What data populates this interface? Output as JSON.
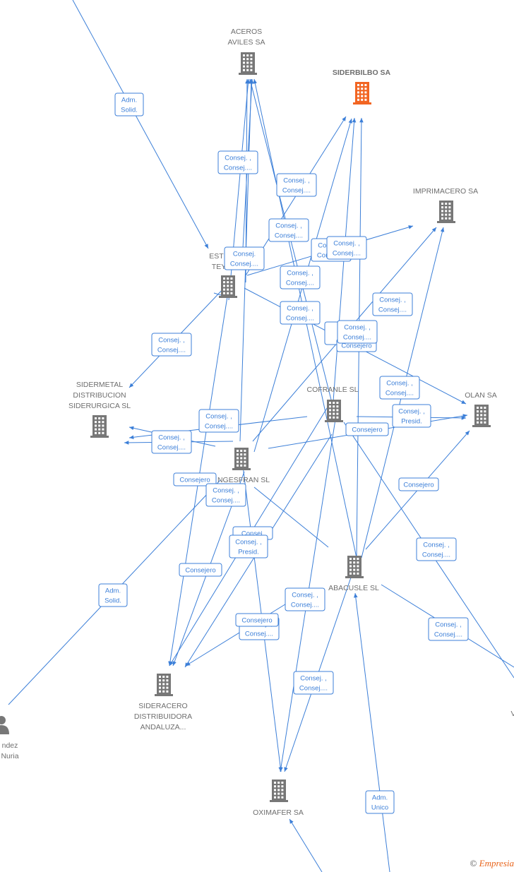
{
  "colors": {
    "edge": "#3c7fd8",
    "company": "#777777",
    "main_company": "#f26522",
    "text": "#6e6e6e"
  },
  "nodes": [
    {
      "id": "aceros",
      "label": [
        "ACEROS",
        "AVILES SA"
      ],
      "icon": "building-icon",
      "main": false
    },
    {
      "id": "siderbilbo",
      "label": [
        "SIDERBILBO SA"
      ],
      "icon": "building-icon",
      "main": true
    },
    {
      "id": "imprimacero",
      "label": [
        "IMPRIMACERO SA"
      ],
      "icon": "building-icon",
      "main": false
    },
    {
      "id": "este",
      "label": [
        "ESTE",
        "TEY"
      ],
      "icon": "building-icon",
      "main": false
    },
    {
      "id": "sidermetal",
      "label": [
        "SIDERMETAL",
        "DISTRIBUCION",
        "SIDERURGICA SL"
      ],
      "icon": "building-icon",
      "main": false
    },
    {
      "id": "cofranle",
      "label": [
        "COFRANLE SL"
      ],
      "icon": "building-icon",
      "main": false
    },
    {
      "id": "olan",
      "label": [
        "OLAN SA"
      ],
      "icon": "building-icon",
      "main": false
    },
    {
      "id": "ngesfran",
      "label": [
        "NGESFRAN SL"
      ],
      "icon": "building-icon",
      "main": false
    },
    {
      "id": "abacusle",
      "label": [
        "ABACUSLE SL"
      ],
      "icon": "building-icon",
      "main": false
    },
    {
      "id": "sideracero",
      "label": [
        "SIDERACERO",
        "DISTRIBUIDORA",
        "ANDALUZA..."
      ],
      "icon": "building-icon",
      "main": false
    },
    {
      "id": "oximafer",
      "label": [
        "OXIMAFER SA"
      ],
      "icon": "building-icon",
      "main": false
    },
    {
      "id": "person",
      "label": [
        "ndez",
        "Nuria"
      ],
      "icon": "person-icon",
      "main": false
    },
    {
      "id": "right_v",
      "label": [
        "V"
      ],
      "icon": "",
      "main": false
    }
  ],
  "edge_labels": [
    [
      "Adm.",
      "Solid."
    ],
    [
      "Consej. ,",
      "Consej...."
    ],
    [
      "Consej. ,",
      "Consej...."
    ],
    [
      "Consej. ,",
      "Consej...."
    ],
    [
      "Consej. ,",
      "Consej...."
    ],
    [
      "Consej.",
      "Consej...."
    ],
    [
      "Consej. ,",
      "Consej...."
    ],
    [
      "Consej. ,",
      "Consej...."
    ],
    [
      "Consej. ,",
      "Consej...."
    ],
    [
      "Consej. ,",
      "Consej...."
    ],
    [
      "Co",
      "Co"
    ],
    [
      "Consej. ,",
      "Consej...."
    ],
    [
      "Consejero"
    ],
    [
      "Consej. ,",
      "Consej...."
    ],
    [
      "Consej. ,",
      "Consej...."
    ],
    [
      "Consej. ,",
      "Consej...."
    ],
    [
      "Consej. ,",
      "Presid."
    ],
    [
      "Consejero"
    ],
    [
      "Consej. ,",
      "Consej...."
    ],
    [
      "Consejero"
    ],
    [
      "Consej. ,",
      "Consej...."
    ],
    [
      "Consejero"
    ],
    [
      "Consej."
    ],
    [
      "Consej. ,",
      "Presid."
    ],
    [
      "Consej. ,",
      "Consej...."
    ],
    [
      "Adm.",
      "Solid."
    ],
    [
      "Consejero"
    ],
    [
      "Consej. ,",
      "Consej...."
    ],
    [
      "Consej. ,",
      "Consej...."
    ],
    [
      "Consejero"
    ],
    [
      "Consej. ,",
      "Consej...."
    ],
    [
      "Consej. ,",
      "Consej...."
    ],
    [
      "Adm.",
      "Unico"
    ]
  ],
  "footer": {
    "copyright": "©",
    "brand": "Empresia"
  }
}
